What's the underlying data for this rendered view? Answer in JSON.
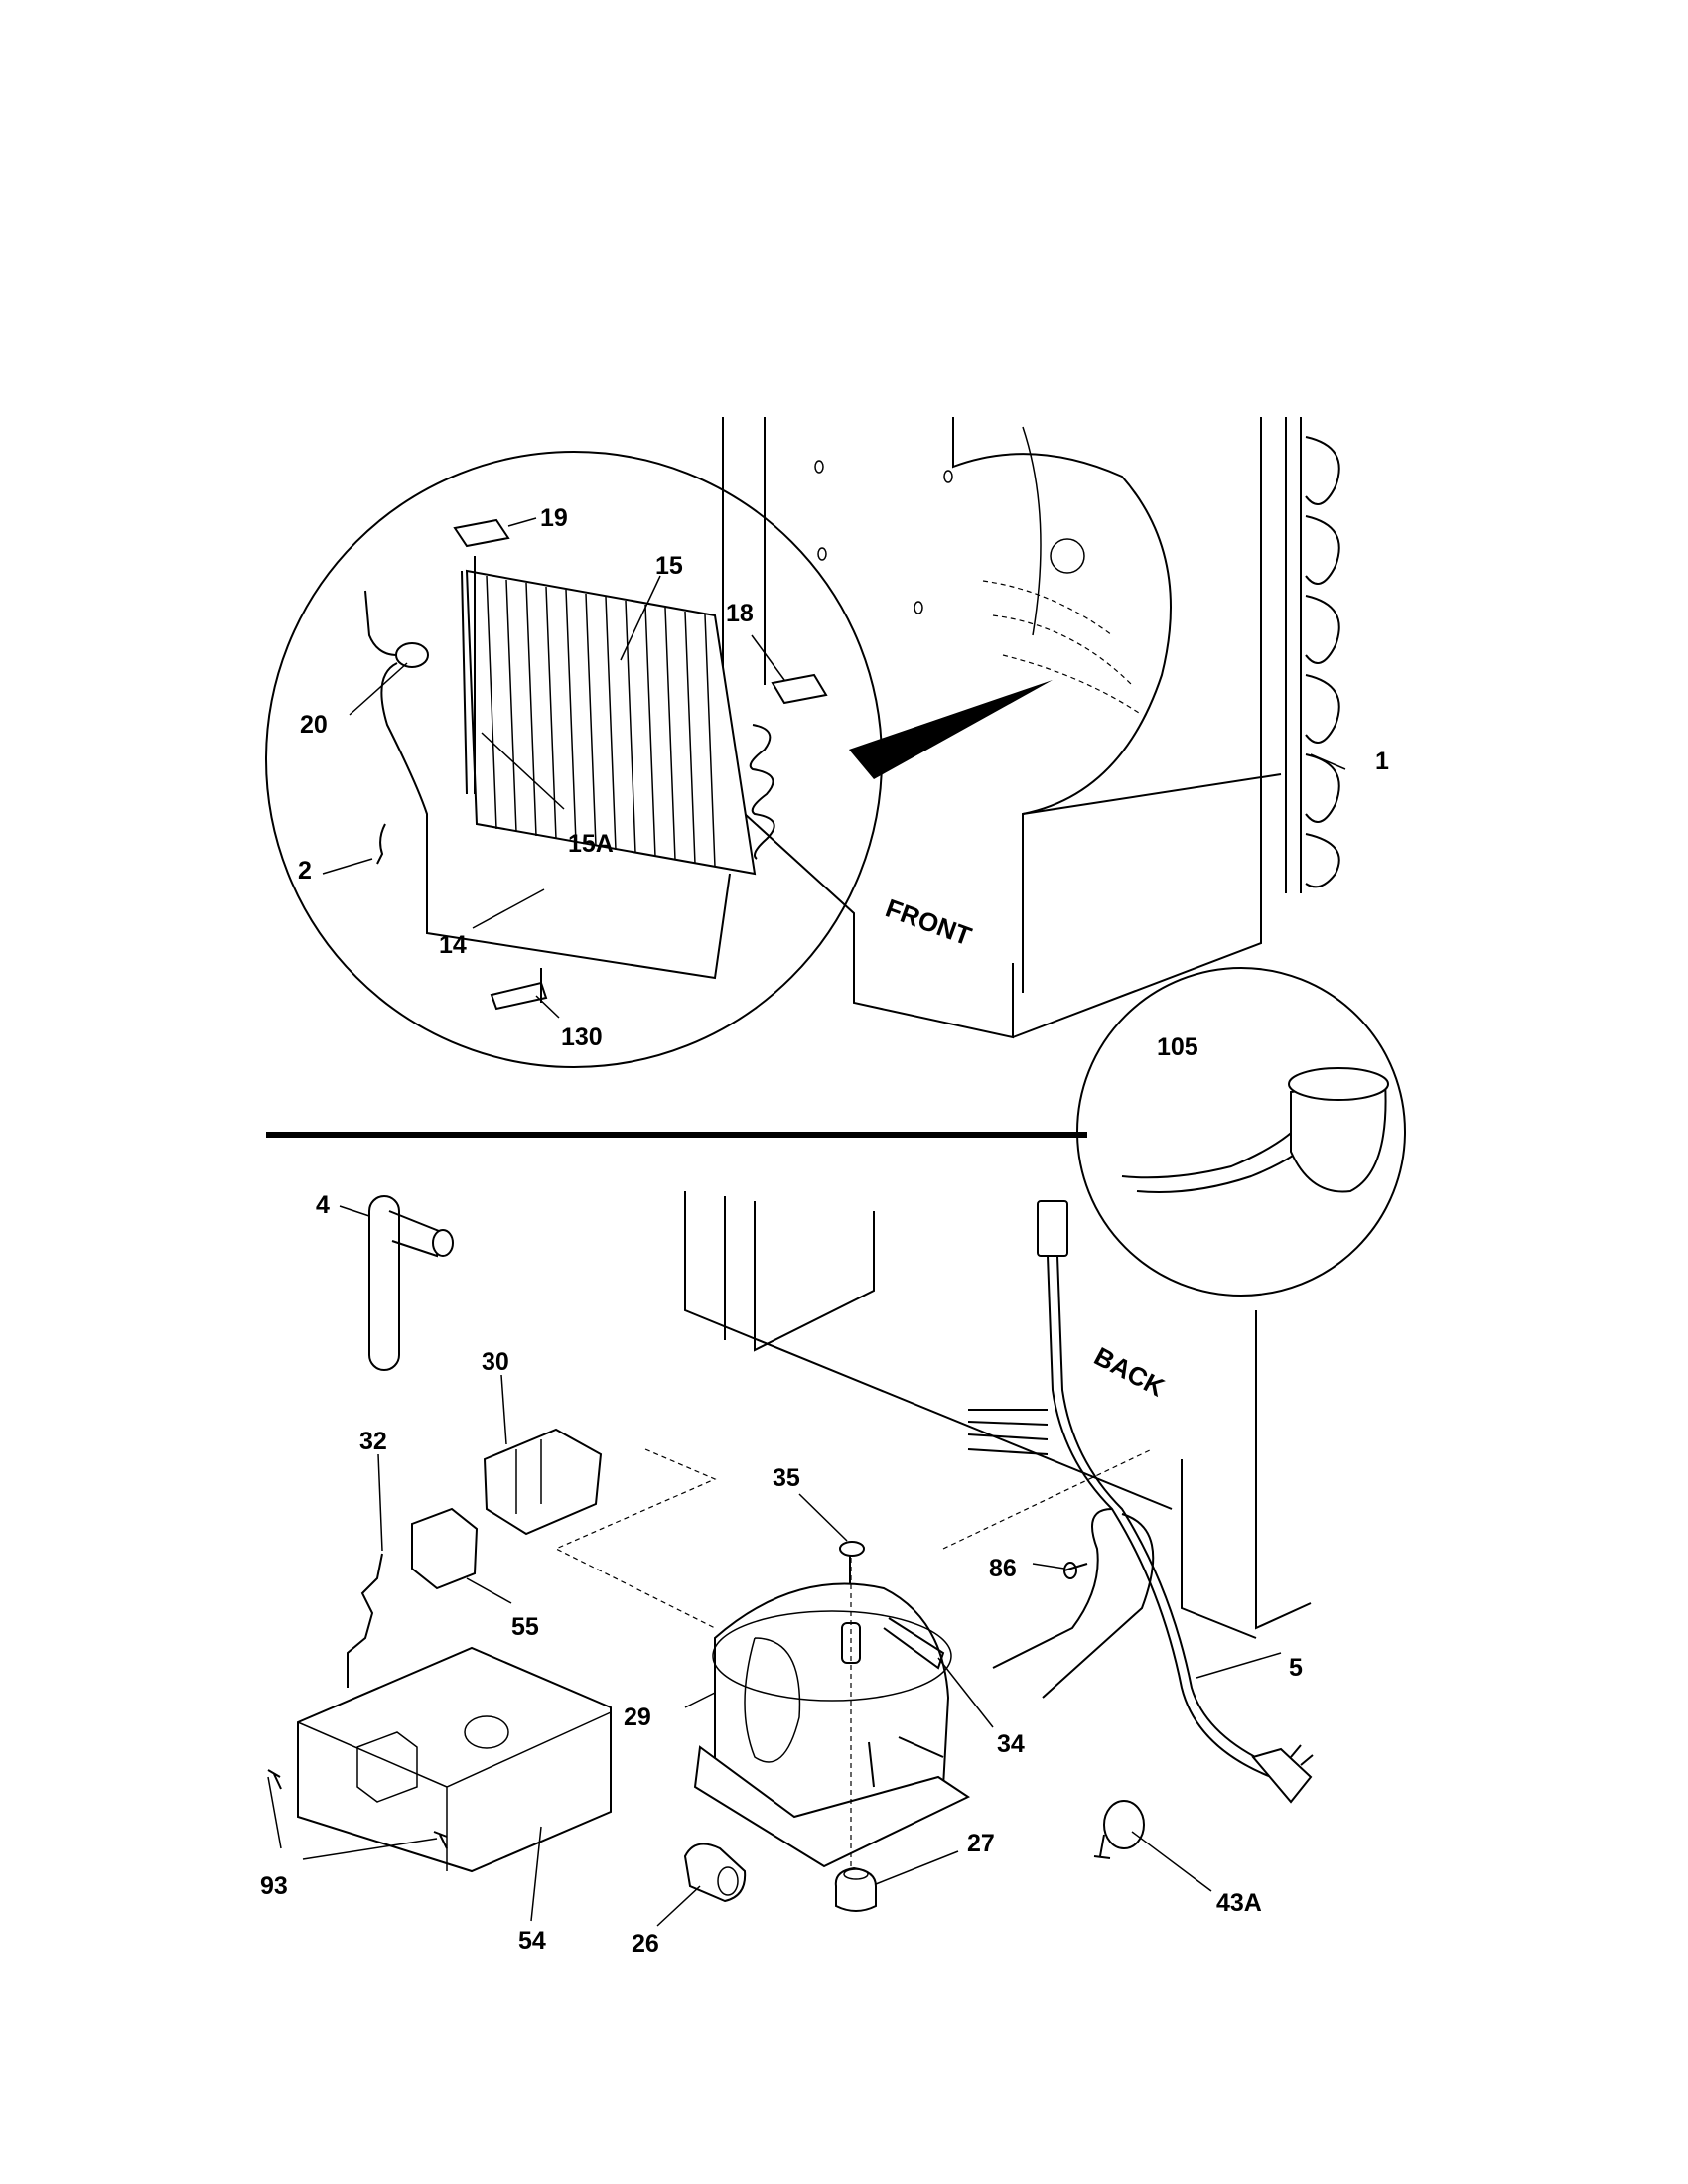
{
  "diagram": {
    "callouts": {
      "c1": "1",
      "c2": "2",
      "c4": "4",
      "c5": "5",
      "c14": "14",
      "c15": "15",
      "c15a": "15A",
      "c18": "18",
      "c19": "19",
      "c20": "20",
      "c26": "26",
      "c27": "27",
      "c29": "29",
      "c30": "30",
      "c32": "32",
      "c34": "34",
      "c35": "35",
      "c43a": "43A",
      "c54": "54",
      "c55": "55",
      "c86": "86",
      "c93": "93",
      "c105": "105",
      "c130": "130"
    },
    "labels": {
      "front": "FRONT",
      "back": "BACK"
    }
  }
}
